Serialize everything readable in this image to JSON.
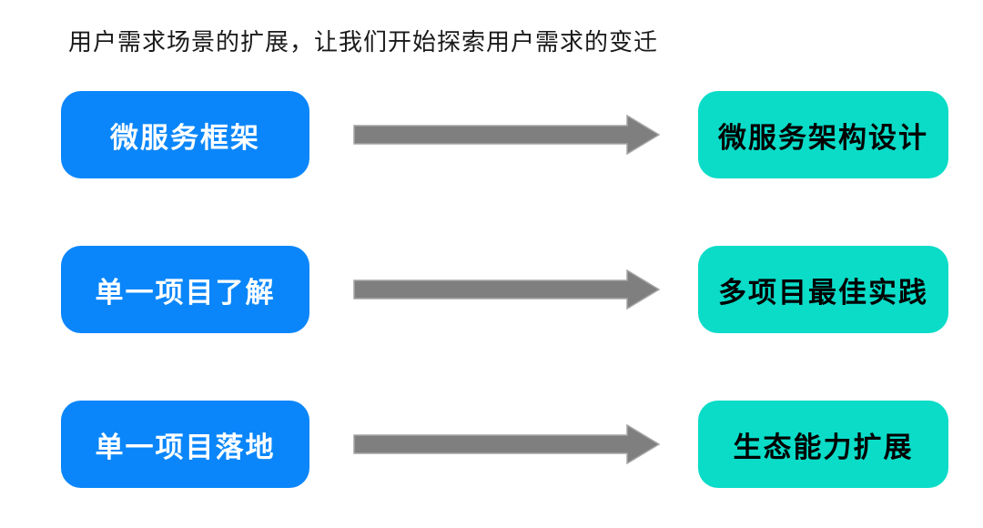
{
  "title": "用户需求场景的扩展，让我们开始探索用户需求的变迁",
  "colors": {
    "left_box": "#0a86fa",
    "right_box": "#0adcc8",
    "arrow_fill": "#7f7f7f",
    "arrow_stroke": "#a6a6a6",
    "left_text": "#ffffff",
    "right_text": "#000000",
    "title_text": "#1a1a1a",
    "background": "#ffffff"
  },
  "rows": [
    {
      "left": "微服务框架",
      "right": "微服务架构设计"
    },
    {
      "left": "单一项目了解",
      "right": "多项目最佳实践"
    },
    {
      "left": "单一项目落地",
      "right": "生态能力扩展"
    }
  ],
  "arrow": {
    "icon": "right-arrow-icon",
    "direction": "right"
  }
}
